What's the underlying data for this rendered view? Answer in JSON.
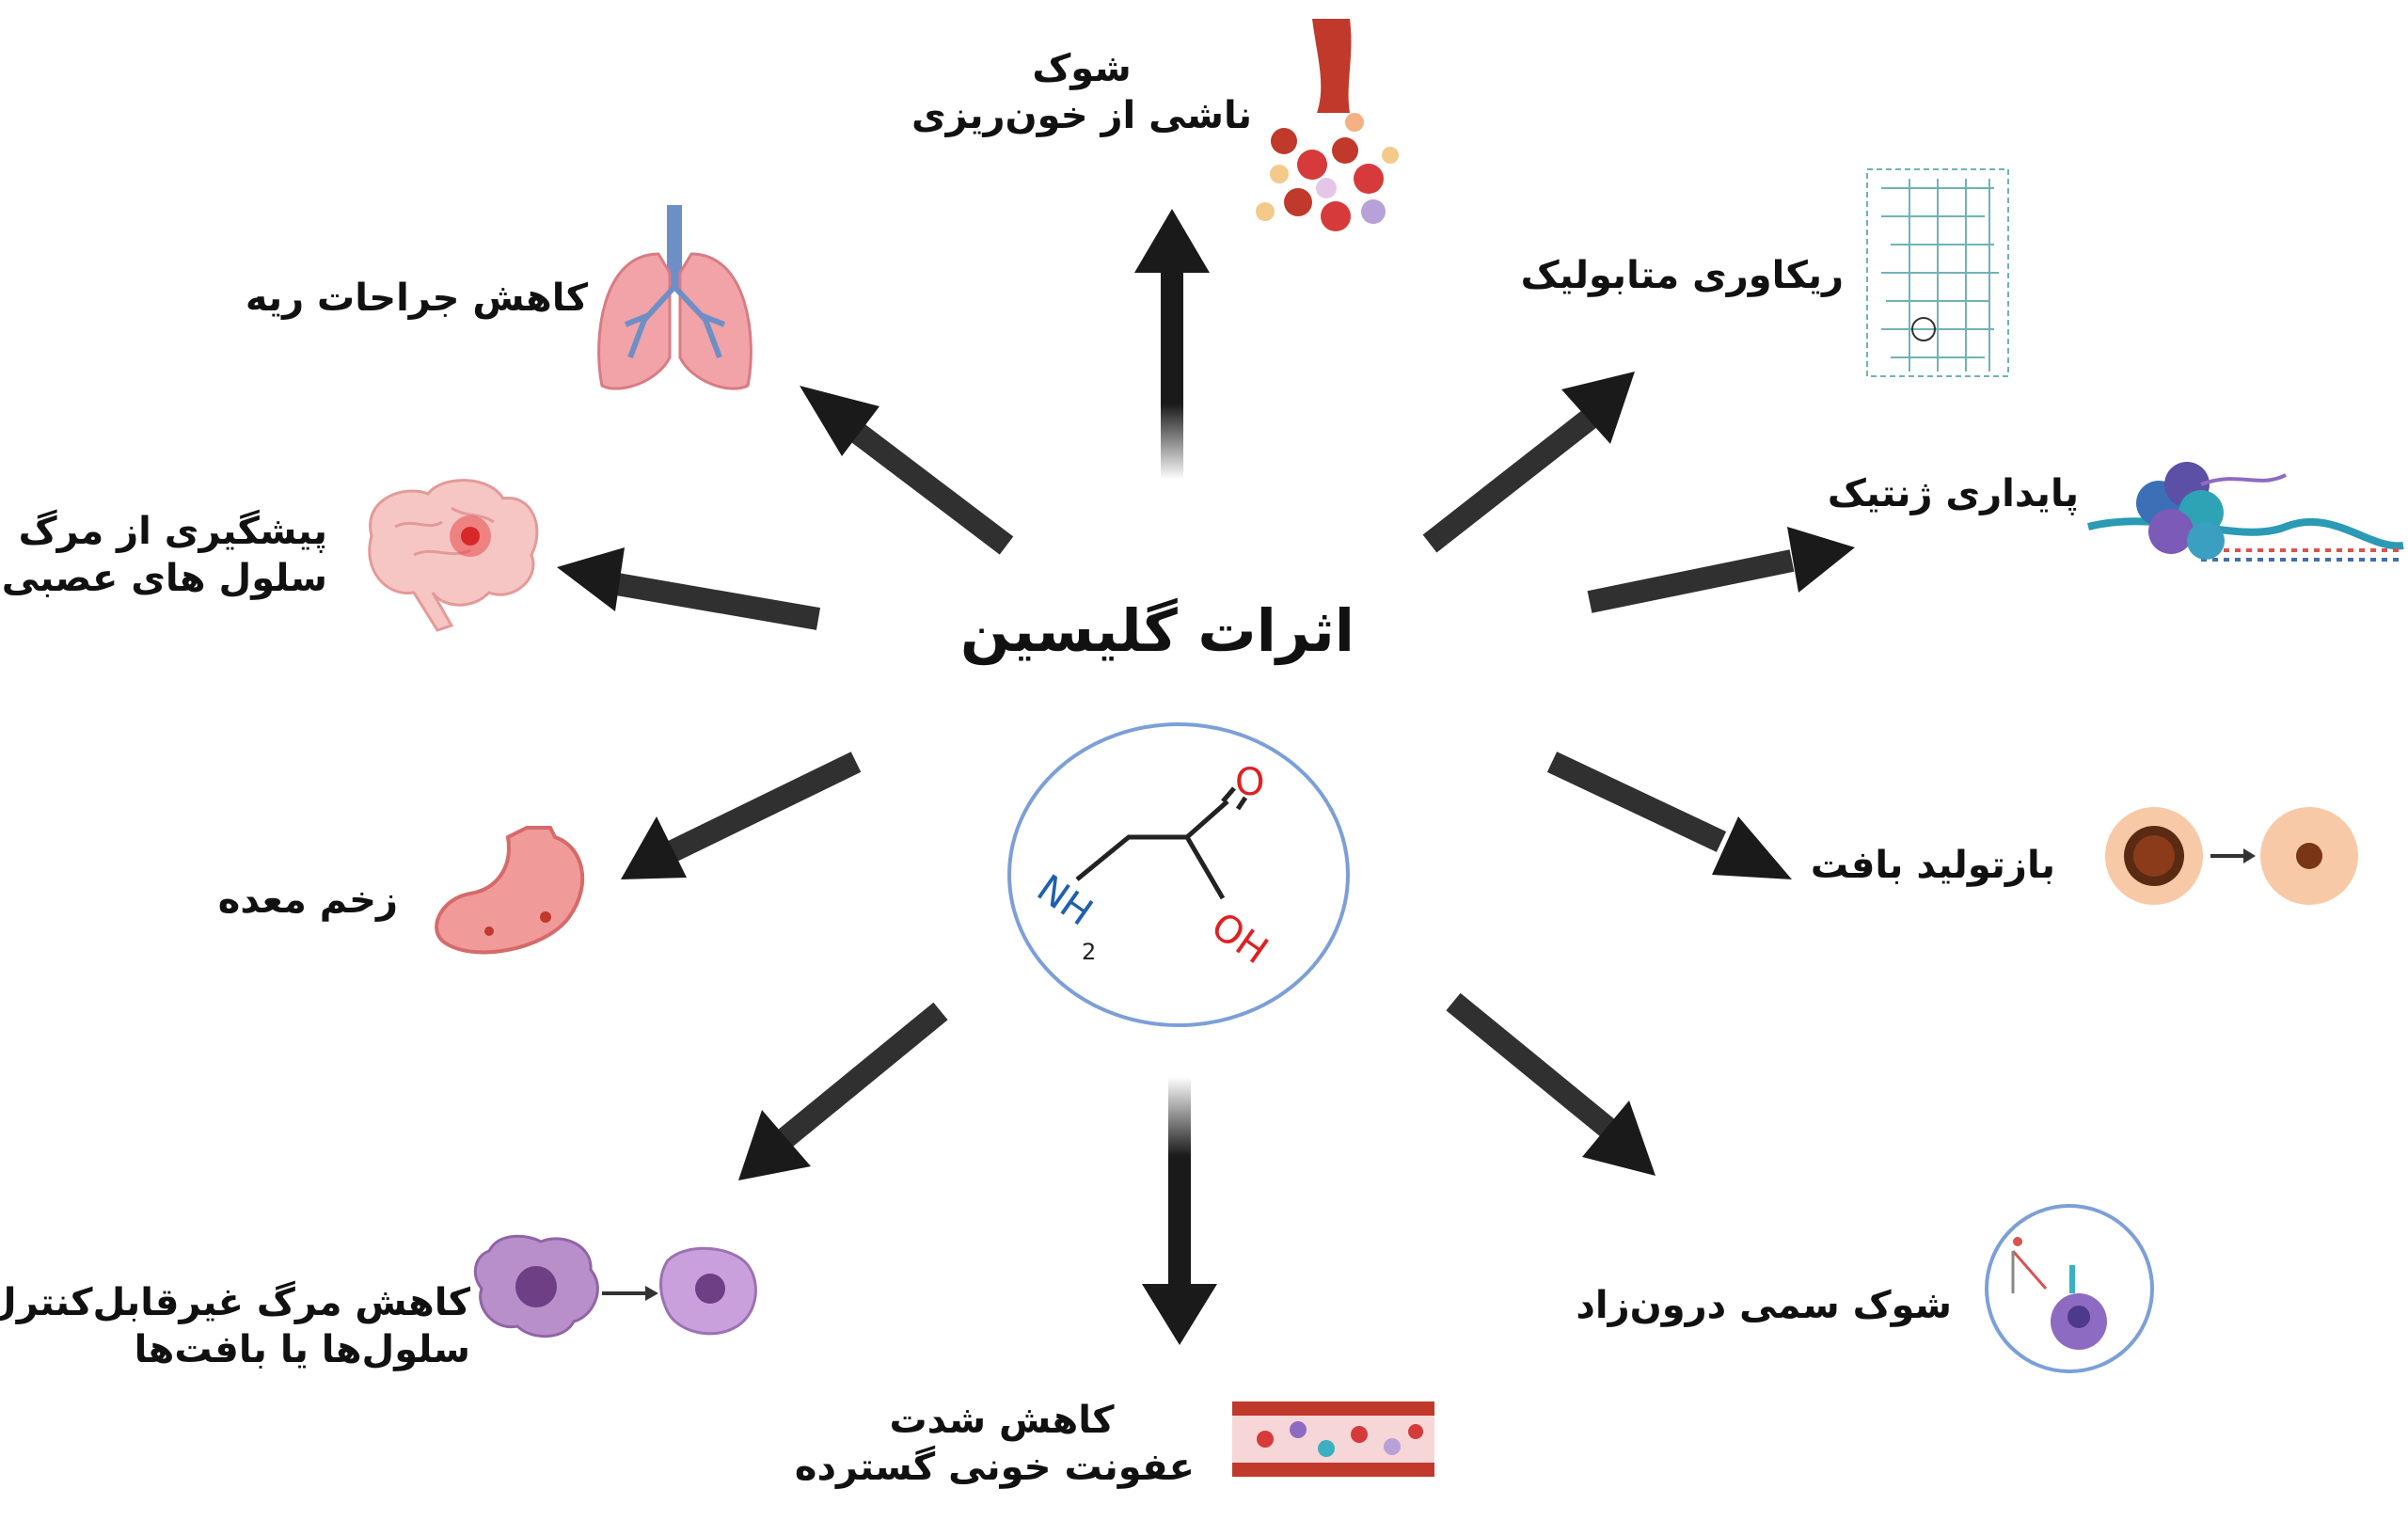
{
  "title": "اثرات گلیسین",
  "molecule": {
    "o_label": "O",
    "oh_label": "OH",
    "nh_label": "NH",
    "sub_label": "2"
  },
  "effects": {
    "shock_hemorrhage": {
      "line1": "شوک",
      "line2": "ناشی از خون‌ریزی"
    },
    "lung": {
      "line1": "کاهش جراحات ریه"
    },
    "metabolic": {
      "line1": "ریکاوری متابولیک"
    },
    "genetic": {
      "line1": "پایداری ژنتیک"
    },
    "neuron": {
      "line1": "پیشگیری از مرگ",
      "line2": "سلول های عصبی"
    },
    "tissue": {
      "line1": "بازتولید بافت"
    },
    "ulcer": {
      "line1": "زخم معده"
    },
    "toxic_shock": {
      "line1": "شوک سمی درون‌زاد"
    },
    "necrosis": {
      "line1": "کاهش مرگ غیرقابل‌کنترل",
      "line2": "سلول‌ها یا بافت‌ها"
    },
    "sepsis": {
      "line1": "کاهش شدت",
      "line2": "عفونت خونی گسترده"
    }
  },
  "icons": {
    "top": "blood-vessel-cells-icon",
    "lung": "lungs-icon",
    "metabolic": "metabolic-pathway-map-icon",
    "genetic": "nucleosome-dna-icon",
    "neuron": "brain-icon",
    "tissue": "wound-healing-icon",
    "ulcer": "stomach-icon",
    "toxic_shock": "cell-toxin-icon",
    "necrosis": "cell-necrosis-icon",
    "sepsis": "blood-vessel-infection-icon"
  },
  "colors": {
    "arrow": "#1a1a1a",
    "molecule_ring": "#7c9fd8",
    "nitrogen": "#1f5fae",
    "oxygen": "#e02020"
  }
}
